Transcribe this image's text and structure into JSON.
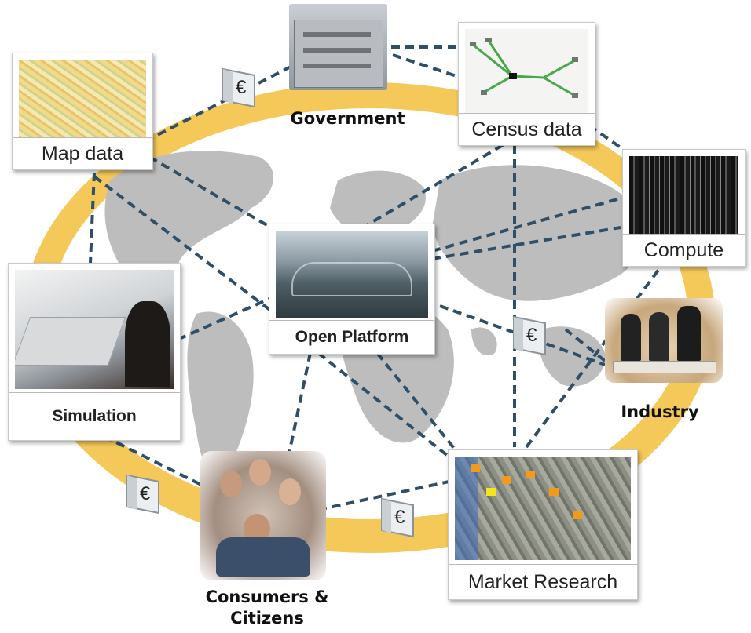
{
  "nodes": {
    "map_data": "Map data",
    "government": "Government",
    "census_data": "Census data",
    "compute": "Compute",
    "open_platform": "Open Platform",
    "simulation": "Simulation",
    "industry": "Industry",
    "market_research": "Market Research",
    "consumers_line1": "Consumers &",
    "consumers_line2": "Citizens"
  },
  "payment_symbol": "€",
  "icons": [
    "euro-payment-icon"
  ],
  "colors": {
    "ring": "#f2c24a",
    "connector": "#2f4f68",
    "world": "#b7b7b7"
  }
}
